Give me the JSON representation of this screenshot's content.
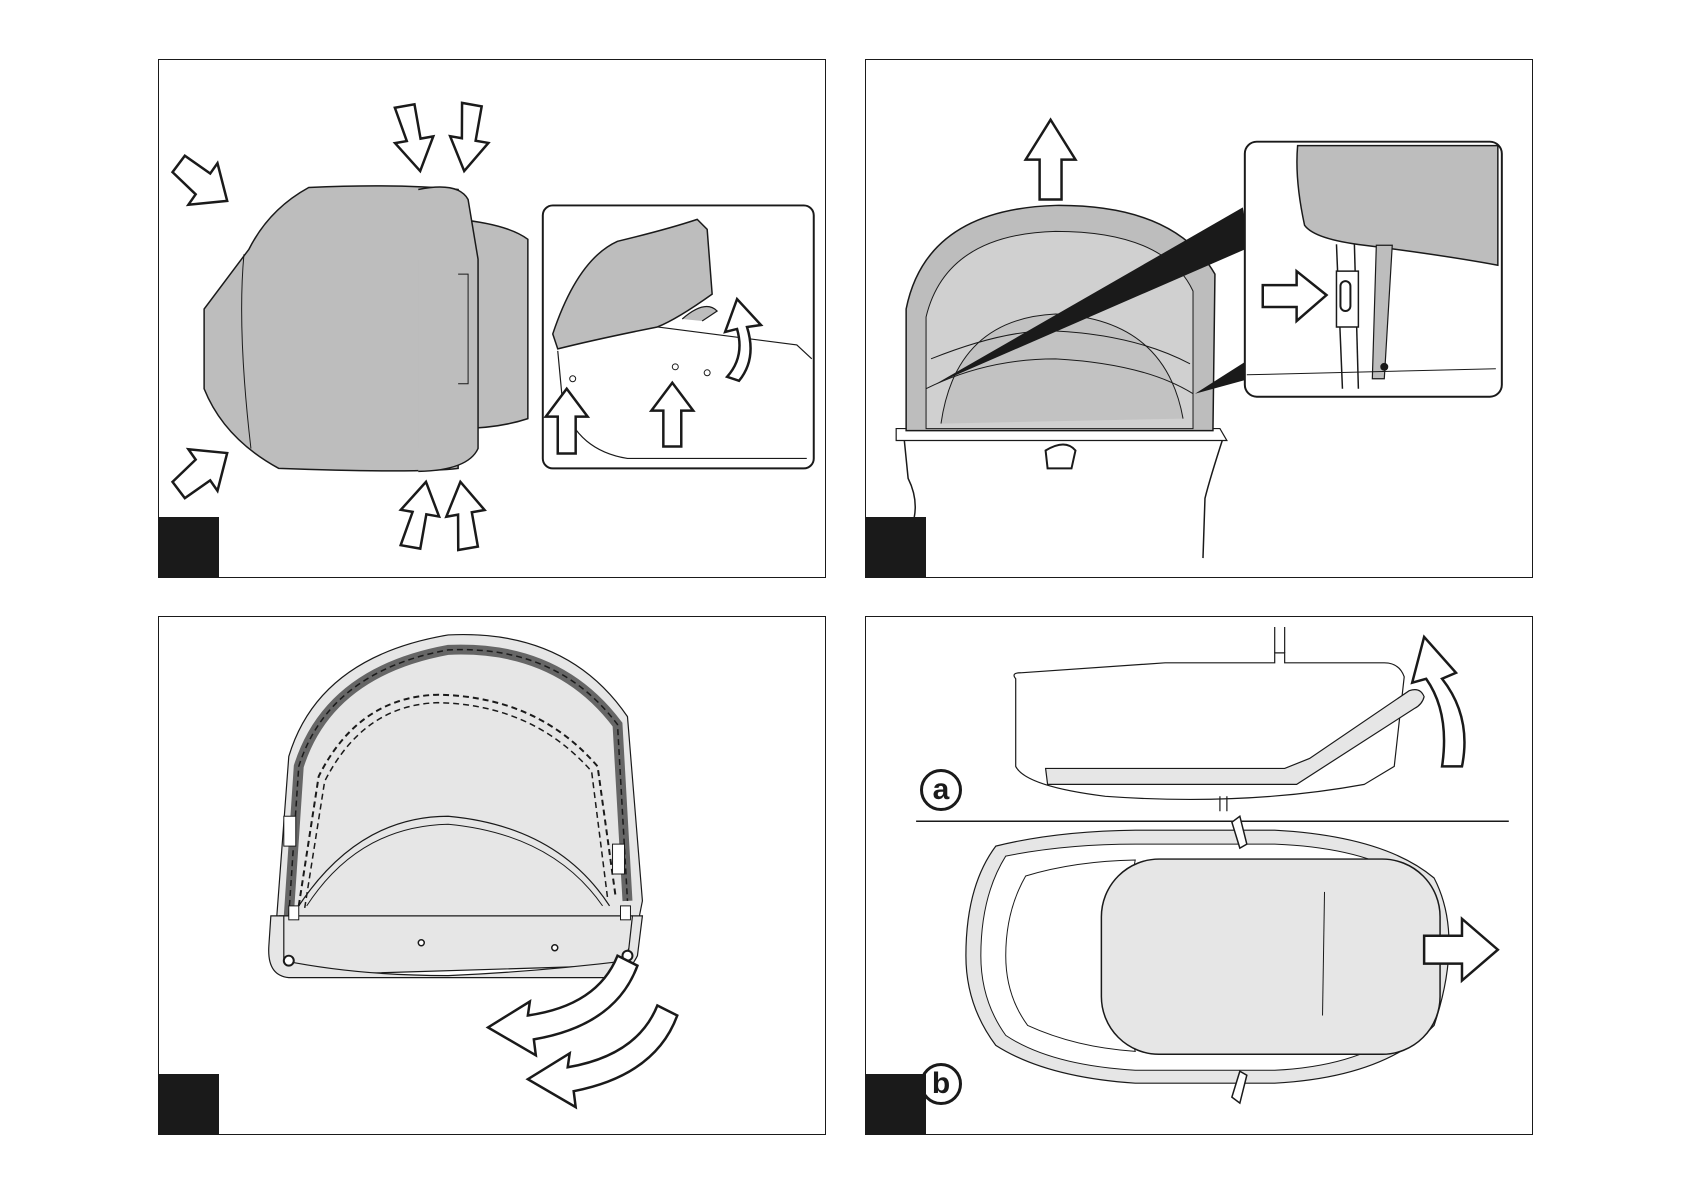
{
  "panels": [
    {
      "id": "step-1"
    },
    {
      "id": "step-2"
    },
    {
      "id": "step-3"
    },
    {
      "id": "step-4",
      "callouts": {
        "a": "a",
        "b": "b"
      }
    }
  ],
  "colors": {
    "canopy_gray": "#bdbdbd",
    "light_gray": "#e6e6e6",
    "line": "#1a1a1a"
  }
}
